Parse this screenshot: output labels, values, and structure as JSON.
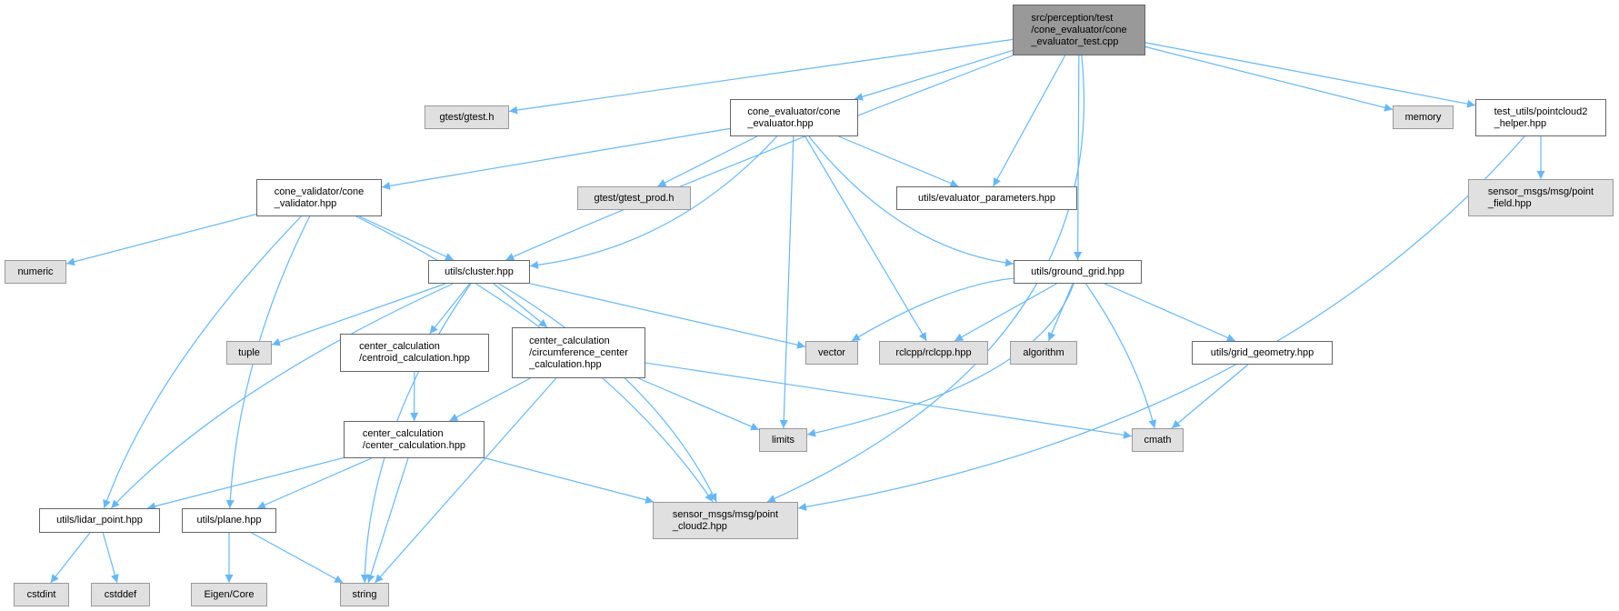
{
  "colors": {
    "edge": "#63b8ff",
    "root_fill": "#999999",
    "external_fill": "#e0e0e0",
    "local_fill": "#ffffff"
  },
  "nodes": {
    "root": {
      "label": "src/perception/test\n/cone_evaluator/cone\n_evaluator_test.cpp",
      "kind": "root"
    },
    "gtest": {
      "label": "gtest/gtest.h",
      "kind": "external"
    },
    "cone_evaluator": {
      "label": "cone_evaluator/cone\n_evaluator.hpp",
      "kind": "local"
    },
    "evaluator_parameters": {
      "label": "utils/evaluator_parameters.hpp",
      "kind": "local"
    },
    "memory": {
      "label": "memory",
      "kind": "external"
    },
    "helper": {
      "label": "test_utils/pointcloud2\n_helper.hpp",
      "kind": "local"
    },
    "cone_validator": {
      "label": "cone_validator/cone\n_validator.hpp",
      "kind": "local"
    },
    "gtest_prod": {
      "label": "gtest/gtest_prod.h",
      "kind": "external"
    },
    "point_field": {
      "label": "sensor_msgs/msg/point\n_field.hpp",
      "kind": "external"
    },
    "numeric": {
      "label": "numeric",
      "kind": "external"
    },
    "cluster": {
      "label": "utils/cluster.hpp",
      "kind": "local"
    },
    "ground_grid": {
      "label": "utils/ground_grid.hpp",
      "kind": "local"
    },
    "tuple": {
      "label": "tuple",
      "kind": "external"
    },
    "centroid": {
      "label": "center_calculation\n/centroid_calculation.hpp",
      "kind": "local"
    },
    "circumference": {
      "label": "center_calculation\n/circumference_center\n_calculation.hpp",
      "kind": "local"
    },
    "vector": {
      "label": "vector",
      "kind": "external"
    },
    "rclcpp": {
      "label": "rclcpp/rclcpp.hpp",
      "kind": "external"
    },
    "algorithm": {
      "label": "algorithm",
      "kind": "external"
    },
    "grid_geometry": {
      "label": "utils/grid_geometry.hpp",
      "kind": "local"
    },
    "center_calc": {
      "label": "center_calculation\n/center_calculation.hpp",
      "kind": "local"
    },
    "limits": {
      "label": "limits",
      "kind": "external"
    },
    "cmath": {
      "label": "cmath",
      "kind": "external"
    },
    "lidar_point": {
      "label": "utils/lidar_point.hpp",
      "kind": "local"
    },
    "plane": {
      "label": "utils/plane.hpp",
      "kind": "local"
    },
    "pointcloud2": {
      "label": "sensor_msgs/msg/point\n_cloud2.hpp",
      "kind": "external"
    },
    "cstdint": {
      "label": "cstdint",
      "kind": "external"
    },
    "cstddef": {
      "label": "cstddef",
      "kind": "external"
    },
    "eigen": {
      "label": "Eigen/Core",
      "kind": "external"
    },
    "string": {
      "label": "string",
      "kind": "external"
    }
  },
  "edges": [
    [
      "root",
      "gtest"
    ],
    [
      "root",
      "cluster"
    ],
    [
      "root",
      "cone_evaluator"
    ],
    [
      "root",
      "evaluator_parameters"
    ],
    [
      "root",
      "ground_grid"
    ],
    [
      "root",
      "pointcloud2"
    ],
    [
      "root",
      "memory"
    ],
    [
      "root",
      "helper"
    ],
    [
      "cone_evaluator",
      "cone_validator"
    ],
    [
      "cone_evaluator",
      "gtest_prod"
    ],
    [
      "cone_evaluator",
      "cluster"
    ],
    [
      "cone_evaluator",
      "limits"
    ],
    [
      "cone_evaluator",
      "rclcpp"
    ],
    [
      "cone_evaluator",
      "ground_grid"
    ],
    [
      "cone_evaluator",
      "evaluator_parameters"
    ],
    [
      "cone_validator",
      "numeric"
    ],
    [
      "cone_validator",
      "cluster"
    ],
    [
      "cone_validator",
      "lidar_point"
    ],
    [
      "cone_validator",
      "plane"
    ],
    [
      "cone_validator",
      "pointcloud2"
    ],
    [
      "cluster",
      "tuple"
    ],
    [
      "cluster",
      "centroid"
    ],
    [
      "cluster",
      "circumference"
    ],
    [
      "cluster",
      "vector"
    ],
    [
      "cluster",
      "pointcloud2"
    ],
    [
      "cluster",
      "string"
    ],
    [
      "cluster",
      "lidar_point"
    ],
    [
      "ground_grid",
      "vector"
    ],
    [
      "ground_grid",
      "rclcpp"
    ],
    [
      "ground_grid",
      "algorithm"
    ],
    [
      "ground_grid",
      "grid_geometry"
    ],
    [
      "ground_grid",
      "cmath"
    ],
    [
      "ground_grid",
      "limits"
    ],
    [
      "grid_geometry",
      "cmath"
    ],
    [
      "centroid",
      "center_calc"
    ],
    [
      "circumference",
      "center_calc"
    ],
    [
      "circumference",
      "string"
    ],
    [
      "circumference",
      "limits"
    ],
    [
      "circumference",
      "cmath"
    ],
    [
      "center_calc",
      "lidar_point"
    ],
    [
      "center_calc",
      "plane"
    ],
    [
      "center_calc",
      "string"
    ],
    [
      "center_calc",
      "pointcloud2"
    ],
    [
      "lidar_point",
      "cstdint"
    ],
    [
      "lidar_point",
      "cstddef"
    ],
    [
      "plane",
      "eigen"
    ],
    [
      "plane",
      "string"
    ],
    [
      "helper",
      "point_field"
    ],
    [
      "helper",
      "pointcloud2"
    ]
  ]
}
